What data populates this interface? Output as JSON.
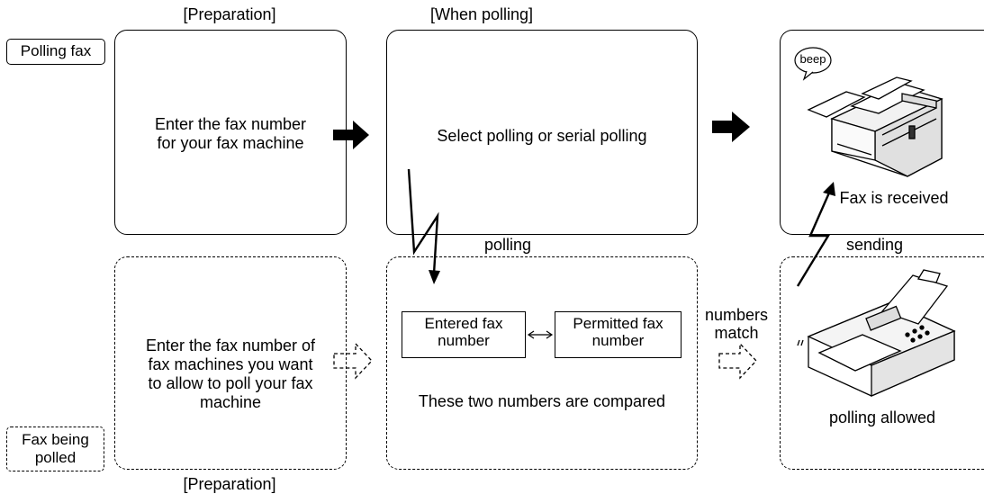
{
  "row_labels": {
    "polling_fax": "Polling fax",
    "fax_being_polled_1": "Fax being",
    "fax_being_polled_2": "polled"
  },
  "headings": {
    "preparation_top": "[Preparation]",
    "when_polling": "[When polling]",
    "preparation_bottom": "[Preparation]"
  },
  "boxes": {
    "top_left_1": "Enter the fax number",
    "top_left_2": "for your fax machine",
    "top_middle": "Select polling or serial polling",
    "top_right": "Fax is received",
    "bottom_left_1": "Enter the fax number of",
    "bottom_left_2": "fax machines you want",
    "bottom_left_3": "to allow to poll your fax",
    "bottom_left_4": "machine",
    "entered_1": "Entered fax",
    "entered_2": "number",
    "permitted_1": "Permitted fax",
    "permitted_2": "number",
    "compared": "These two numbers are compared",
    "polling_allowed": "polling allowed"
  },
  "connectors": {
    "polling": "polling",
    "sending": "sending",
    "numbers_match_1": "numbers",
    "numbers_match_2": "match"
  },
  "speech_bubble": "beep"
}
